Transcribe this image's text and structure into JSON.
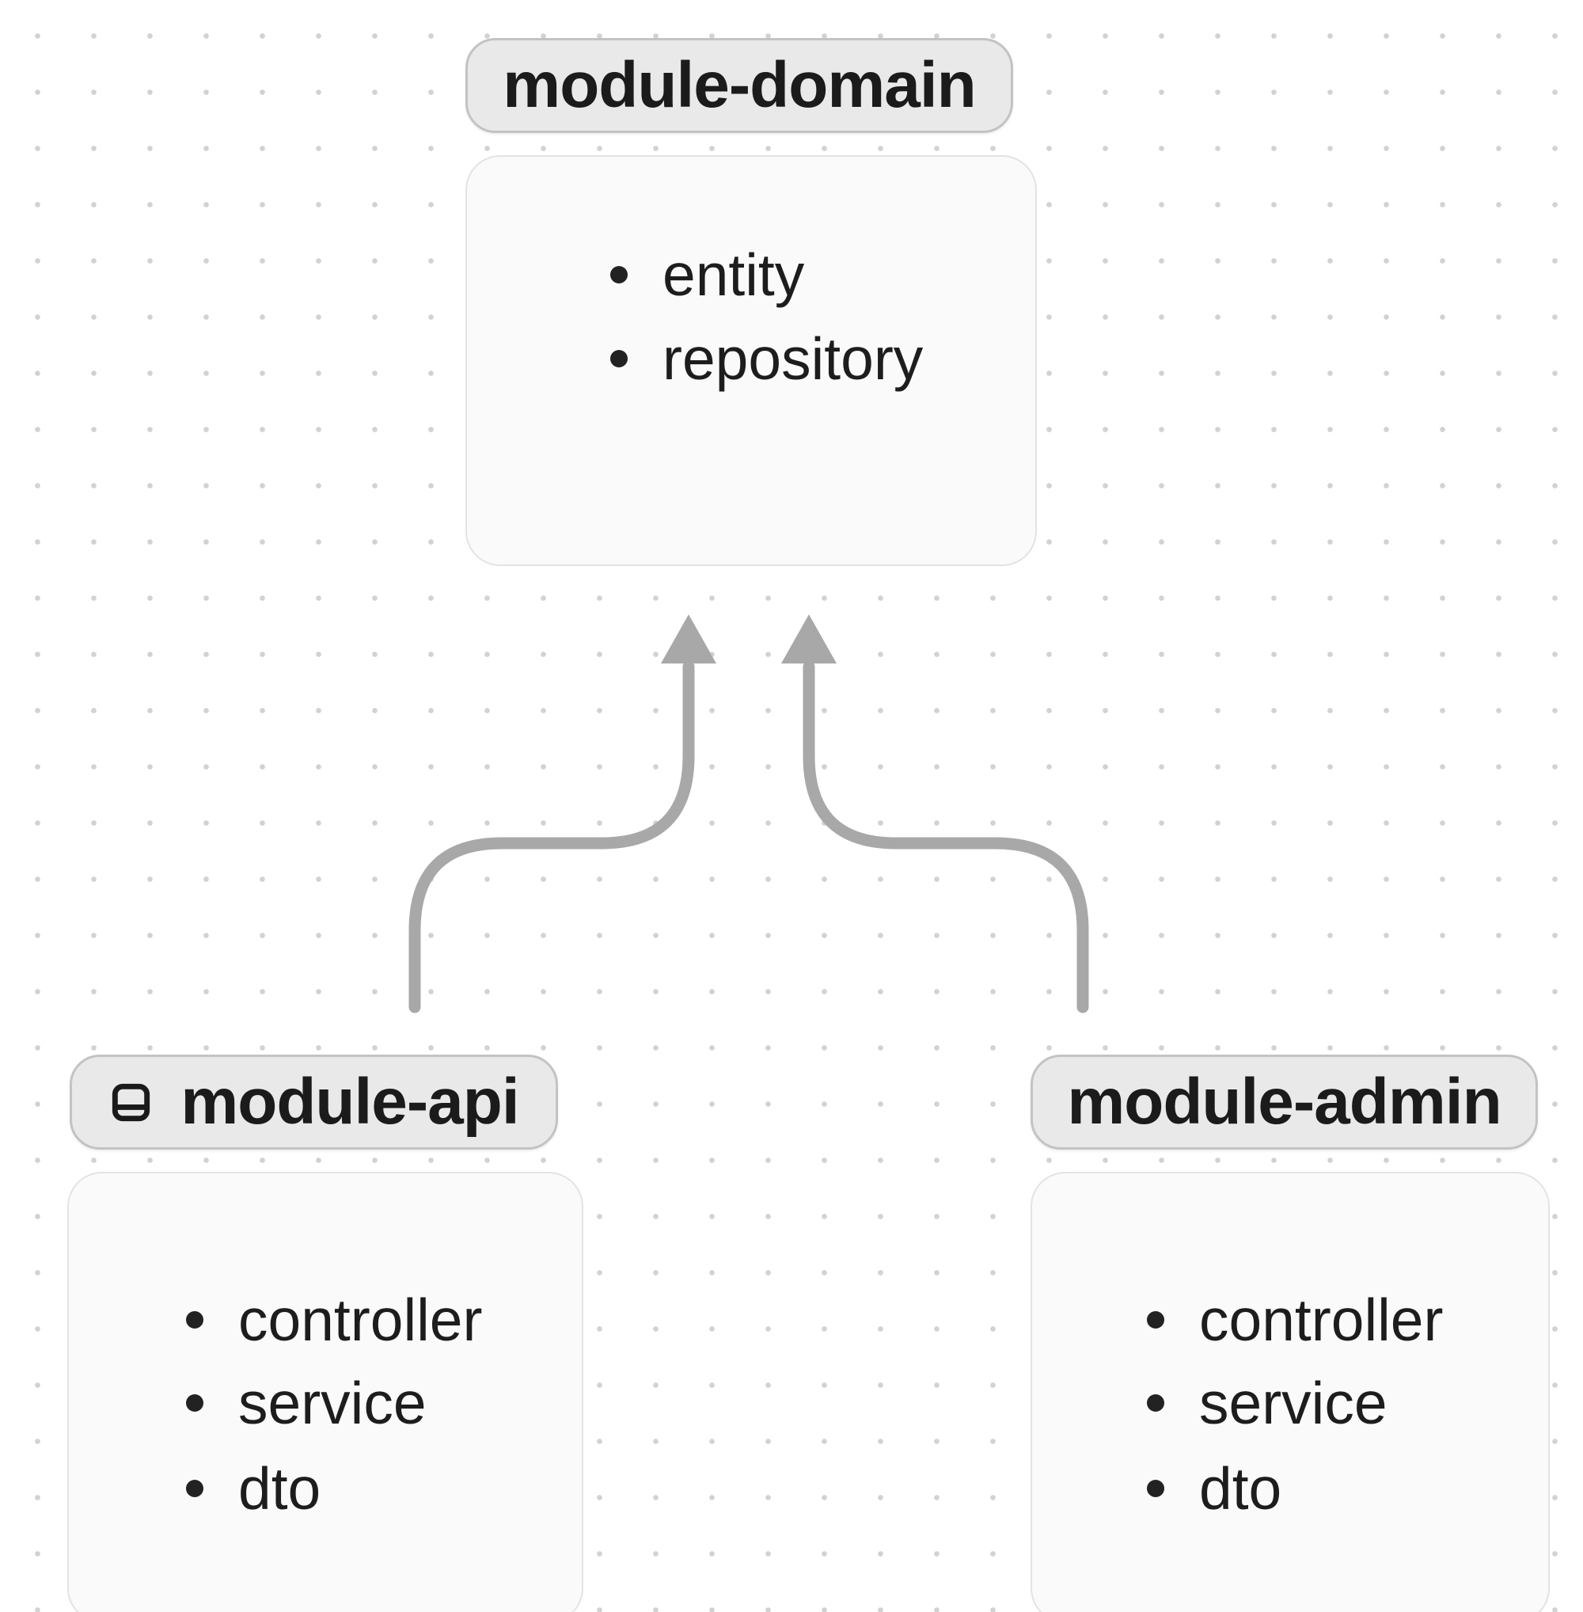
{
  "canvas": {
    "background_color": "#ffffff",
    "grid_dot_color": "#d2d2d2",
    "edge_color": "#a8a8a8",
    "pill_fill": "#e9e9e9",
    "pill_border": "#c3c3c3",
    "box_fill": "#fafafa",
    "box_border": "#e3e3e3",
    "text_color": "#1d1d1d"
  },
  "groups": [
    {
      "id": "module-domain",
      "label": "module-domain",
      "icon": null,
      "items": [
        "entity",
        "repository"
      ]
    },
    {
      "id": "module-api",
      "label": "module-api",
      "icon": "panel-bottom-icon",
      "items": [
        "controller",
        "service",
        "dto"
      ]
    },
    {
      "id": "module-admin",
      "label": "module-admin",
      "icon": null,
      "items": [
        "controller",
        "service",
        "dto"
      ]
    }
  ],
  "edges": [
    {
      "from": "module-api",
      "to": "module-domain"
    },
    {
      "from": "module-admin",
      "to": "module-domain"
    }
  ]
}
